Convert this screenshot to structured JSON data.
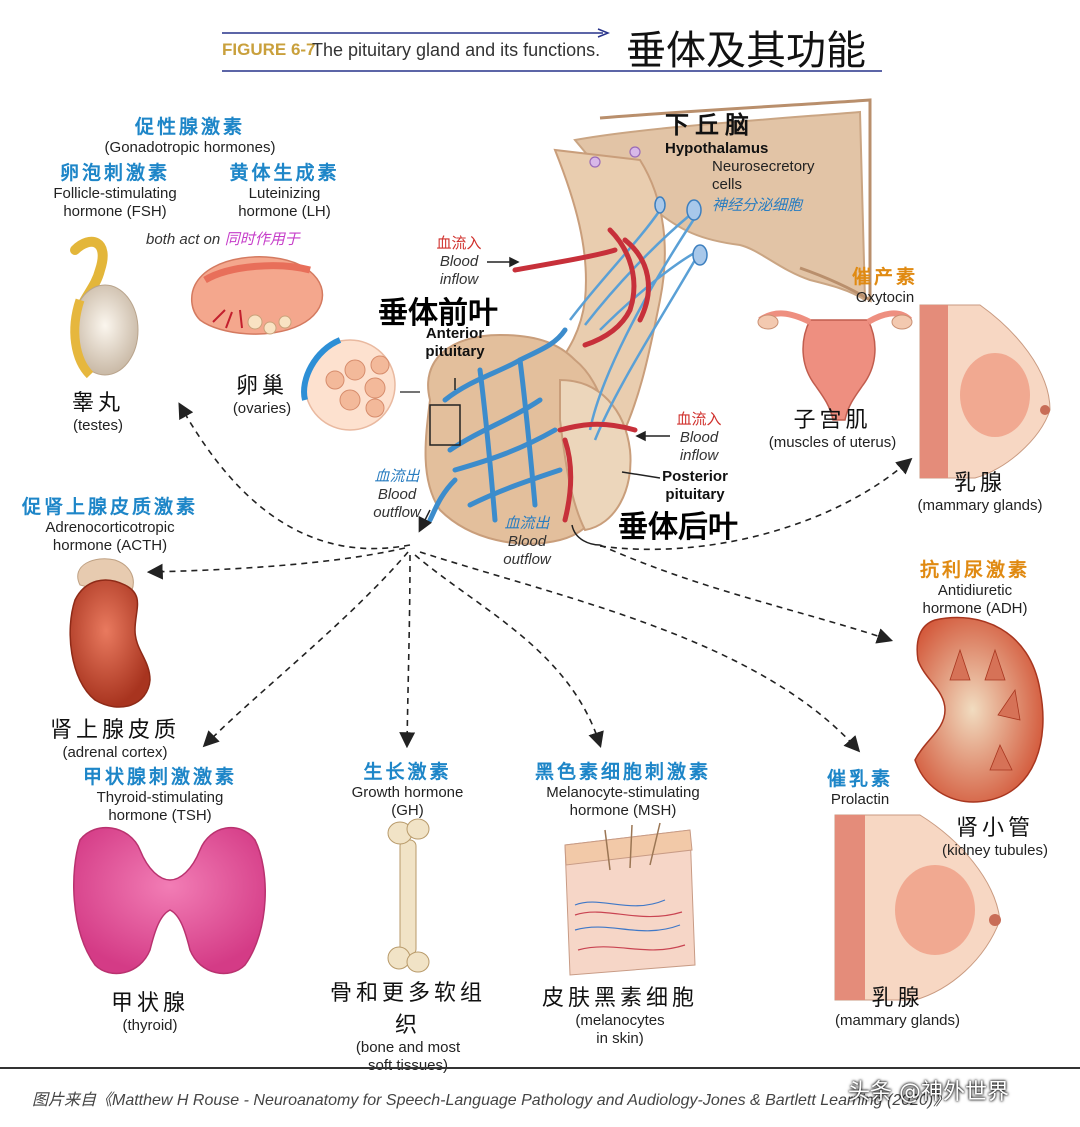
{
  "header": {
    "figure_label": "FIGURE 6-7",
    "figure_title": "The pituitary gland and its functions.",
    "chinese_title": "垂体及其功能"
  },
  "hypothalamus": {
    "zh": "下丘脑",
    "en": "Hypothalamus"
  },
  "neurosecretory": {
    "en_line1": "Neurosecretory",
    "en_line2": "cells",
    "zh": "神经分泌细胞"
  },
  "anterior_inflow": {
    "zh": "血流入",
    "en_line1": "Blood",
    "en_line2": "inflow"
  },
  "anterior": {
    "zh": "垂体前叶",
    "en_line1": "Anterior",
    "en_line2": "pituitary"
  },
  "anterior_outflow": {
    "zh": "血流出",
    "en_line1": "Blood",
    "en_line2": "outflow"
  },
  "posterior_inflow": {
    "zh": "血流入",
    "en_line1": "Blood",
    "en_line2": "inflow"
  },
  "posterior": {
    "en_line1": "Posterior",
    "en_line2": "pituitary",
    "zh": "垂体后叶"
  },
  "posterior_outflow": {
    "zh": "血流出",
    "en_line1": "Blood",
    "en_line2": "outflow"
  },
  "gonadotropic": {
    "zh": "促性腺激素",
    "en": "(Gonadotropic hormones)"
  },
  "fsh": {
    "zh": "卵泡刺激素",
    "en_line1": "Follicle-stimulating",
    "en_line2": "hormone (FSH)"
  },
  "lh": {
    "zh": "黄体生成素",
    "en_line1": "Luteinizing",
    "en_line2": "hormone (LH)"
  },
  "both_act": {
    "en": "both act on",
    "zh": "同时作用于"
  },
  "testes": {
    "zh": "睾丸",
    "en": "(testes)"
  },
  "ovaries": {
    "zh": "卵巢",
    "en": "(ovaries)"
  },
  "acth": {
    "zh": "促肾上腺皮质激素",
    "en_line1": "Adrenocorticotropic",
    "en_line2": "hormone (ACTH)"
  },
  "adrenal": {
    "zh": "肾上腺皮质",
    "en": "(adrenal cortex)"
  },
  "tsh": {
    "zh": "甲状腺刺激激素",
    "en_line1": "Thyroid-stimulating",
    "en_line2": "hormone (TSH)"
  },
  "thyroid": {
    "zh": "甲状腺",
    "en": "(thyroid)"
  },
  "gh": {
    "zh": "生长激素",
    "en_line1": "Growth hormone",
    "en_line2": "(GH)"
  },
  "bone": {
    "zh": "骨和更多软组织",
    "en_line1": "(bone and most",
    "en_line2": "soft tissues)"
  },
  "msh": {
    "zh": "黑色素细胞刺激素",
    "en_line1": "Melanocyte-stimulating",
    "en_line2": "hormone (MSH)"
  },
  "melanocytes": {
    "zh": "皮肤黑素细胞",
    "en_line1": "(melanocytes",
    "en_line2": "in skin)"
  },
  "prolactin": {
    "zh": "催乳素",
    "en": "Prolactin"
  },
  "mammary_bottom": {
    "zh": "乳腺",
    "en": "(mammary glands)"
  },
  "oxytocin": {
    "zh": "催产素",
    "en": "Oxytocin"
  },
  "uterus": {
    "zh": "子宫肌",
    "en": "(muscles of uterus)"
  },
  "mammary_right": {
    "zh": "乳腺",
    "en": "(mammary glands)"
  },
  "adh": {
    "zh": "抗利尿激素",
    "en_line1": "Antidiuretic",
    "en_line2": "hormone (ADH)"
  },
  "kidney": {
    "zh": "肾小管",
    "en": "(kidney tubules)"
  },
  "footer": {
    "source": "图片来自《Matthew H Rouse - Neuroanatomy for Speech-Language Pathology and Audiology-Jones & Bartlett Learning (2020)》",
    "watermark": "头条 @神外世界"
  }
}
